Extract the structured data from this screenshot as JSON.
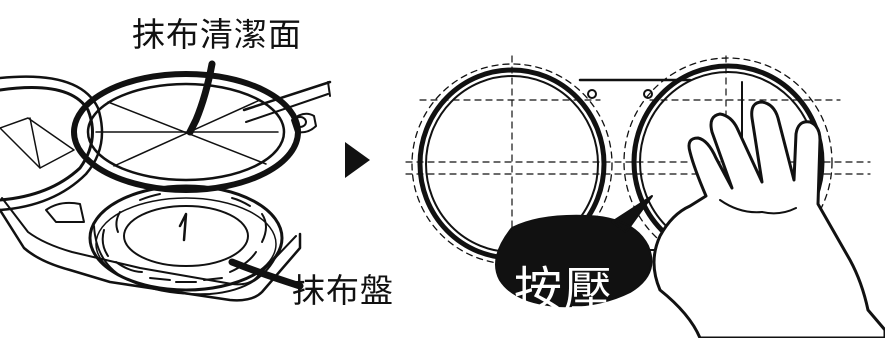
{
  "labels": {
    "cloth_surface": "抹布清潔面",
    "cloth_tray": "抹布盤",
    "press": "按壓"
  },
  "colors": {
    "line": "#111111",
    "background": "#ffffff",
    "bubble_fill": "#111111",
    "bubble_text": "#ffffff"
  },
  "icons": [
    "arrow-right-icon",
    "hand-icon"
  ]
}
